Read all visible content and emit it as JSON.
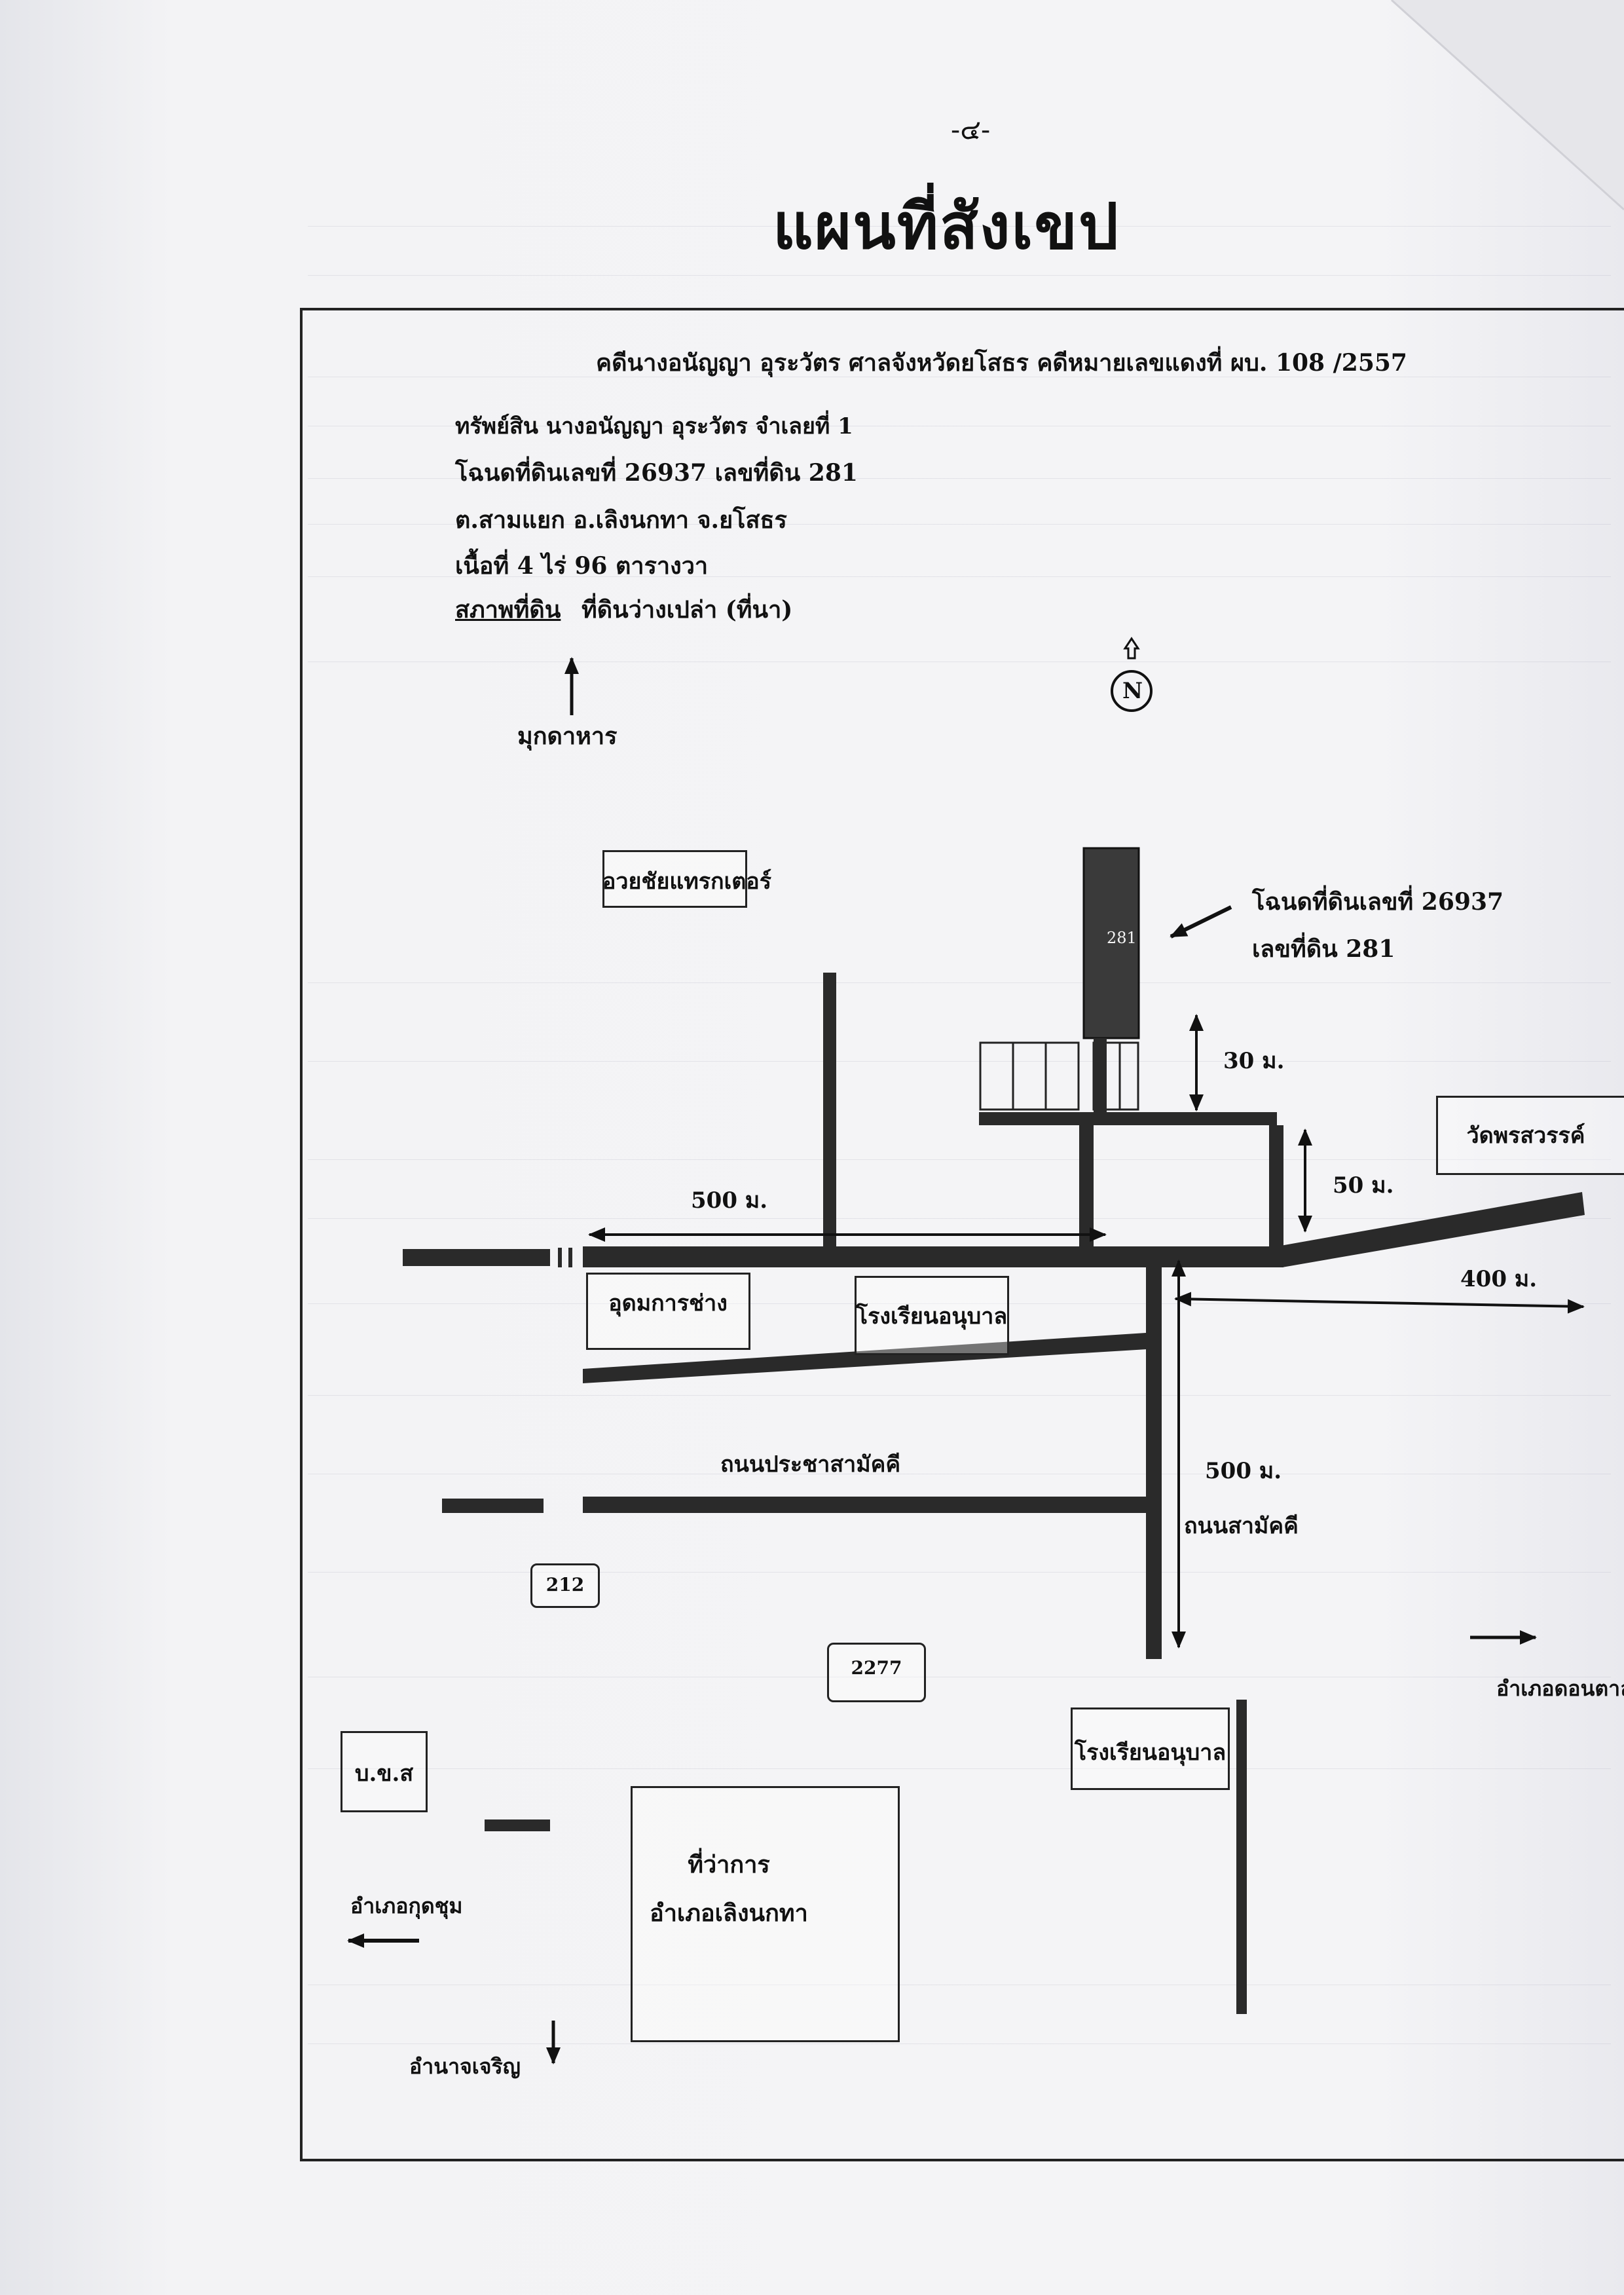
{
  "page_number": "-๔-",
  "title": "แผนที่สังเขป",
  "case_line": "คดีนางอนัญญา อุระวัตร ศาลจังหวัดยโสธร คดีหมายเลขแดงที่ ผบ. 108 /2557",
  "property": {
    "asset": "ทรัพย์สิน นางอนัญญา อุระวัตร จำเลยที่ 1",
    "deed": "โฉนดที่ดินเลขที่ 26937 เลขที่ดิน 281",
    "location": "ต.สามแยก อ.เลิงนกทา จ.ยโสธร",
    "area": "เนื้อที่ 4 ไร่ 96 ตารางวา",
    "condition_label": "สภาพที่ดิน",
    "condition_value": "ที่ดินว่างเปล่า (ที่นา)"
  },
  "north_label": "N",
  "directions": {
    "mukdahan": "มุกดาหาร",
    "kut_chum": "อำเภอกุดชุม",
    "amnat_charoen": "อำนาจเจริญ",
    "don_tan": "อำเภอดอนตาล"
  },
  "places": {
    "tractor": "อวยชัยแทรกเตอร์",
    "wat": "วัดพรสวรรค์",
    "udom": "อุดมการช่าง",
    "kindergarten1": "โรงเรียนอนุบาล",
    "kindergarten2": "โรงเรียนอนุบาล",
    "bks": "บ.ข.ส",
    "district_office_1": "ที่ว่าการ",
    "district_office_2": "อำเภอเลิงนกทา"
  },
  "roads": {
    "prachasamakkhi": "ถนนประชาสามัคคี",
    "samakkhi": "ถนนสามัคคี",
    "route_212": "212",
    "route_2277": "2277"
  },
  "parcel": {
    "number": "281",
    "pointer_line1": "โฉนดที่ดินเลขที่ 26937",
    "pointer_line2": "เลขที่ดิน 281"
  },
  "distances": {
    "d30": "30 ม.",
    "d50": "50 ม.",
    "d500_top": "500 ม.",
    "d400": "400 ม.",
    "d500_right": "500 ม."
  }
}
